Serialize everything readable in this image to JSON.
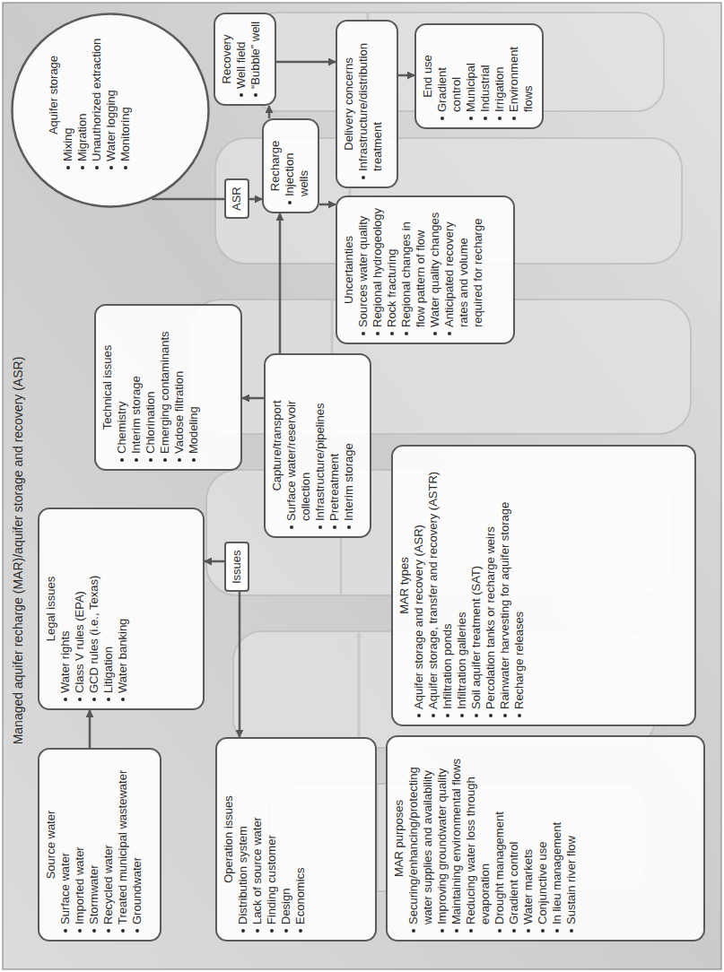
{
  "diagram": {
    "title": "Managed aquifer recharge (MAR)/aquifer storage and recovery (ASR)",
    "nodes": [
      {
        "text": [
          "Source water",
          "Surface water",
          "Imported water",
          "Stormwater",
          "Recycled water",
          "Treated municipal wastewater",
          "Groundwater"
        ]
      },
      {
        "text": [
          "Legal issues",
          "Water rights",
          "Class V rules (EPA)",
          "GCD rules (i.e., Texas)",
          "Litigation",
          "Water banking"
        ]
      },
      {
        "text": [
          "Technical issues",
          "Chemistry",
          "Interim storage",
          "Chlorination",
          "Emerging contaminants",
          "Vadose filtration",
          "Modeling"
        ]
      },
      {
        "text": [
          "Aquifer storage",
          "Mixing",
          "Migration",
          "Unauthorized extraction",
          "Water logging",
          "Monitoring"
        ]
      },
      {
        "text": [
          "ASR"
        ]
      },
      {
        "text": [
          "Recovery",
          "Well field",
          "“Bubble” well"
        ]
      },
      {
        "text": [
          "Recharge",
          "Injection wells"
        ]
      },
      {
        "text": [
          "Issues"
        ]
      },
      {
        "text": [
          "Capture/transport",
          "Surface water/reservoir collection",
          "Infrastructure/pipelines",
          "Pretreatment",
          "Interim storage"
        ]
      },
      {
        "text": [
          "Operation issues",
          "Distribution system",
          "Lack of source water",
          "Finding customer",
          "Design",
          "Economics"
        ]
      },
      {
        "text": [
          "Delivery concerns",
          "Infrastructure/distribution treatment"
        ]
      },
      {
        "text": [
          "Uncertainties",
          "Sources water quality",
          "Regional hydrogeology",
          "Rock fracturing",
          "Regional changes in flow pattern of flow",
          "Water quality changes",
          "Anticipated recovery rates and volume required for recharge"
        ]
      },
      {
        "text": [
          "End use",
          "Gradient control",
          "Municipal",
          "Industrial",
          "Irrigation",
          "Environment flows"
        ]
      },
      {
        "text": [
          "MAR purposes",
          "Securing/enhancing/protecting water supplies and availability",
          "Improving groundwater quality",
          "Maintaining environmental flows",
          "Reducing water loss through evaporation",
          "Drought management",
          "Gradient control",
          "Water markets",
          "Conjunctive use",
          "In lieu management",
          "Sustain river flow"
        ]
      },
      {
        "text": [
          "MAR types",
          "Aquifer storage and recovery (ASR)",
          "Aquifer storage, transfer and recovery (ASTR)",
          "Infiltration ponds",
          "Infiltration galleries",
          "Soil aquifer treatment (SAT)",
          "Percolation tanks or recharge weirs",
          "Rainwater harvesting for aquifer storage",
          "Recharge releases"
        ]
      }
    ],
    "edges": [
      {
        "from": 0,
        "to": 1,
        "arrow": "to"
      },
      {
        "from": 7,
        "to": 1,
        "arrow": "to"
      },
      {
        "from": 7,
        "to": 9,
        "arrow": "to"
      },
      {
        "from": 8,
        "to": 2,
        "arrow": "to"
      },
      {
        "from": 8,
        "to": 6,
        "arrow": "to"
      },
      {
        "from": 3,
        "to": 4,
        "arrow": "none"
      },
      {
        "from": 4,
        "to": 6,
        "arrow": "to"
      },
      {
        "from": 6,
        "to": 5,
        "arrow": "to"
      },
      {
        "from": 6,
        "to": 11,
        "arrow": "to"
      },
      {
        "from": 5,
        "to": 10,
        "arrow": "to"
      },
      {
        "from": 10,
        "to": 12,
        "arrow": "to"
      }
    ]
  }
}
